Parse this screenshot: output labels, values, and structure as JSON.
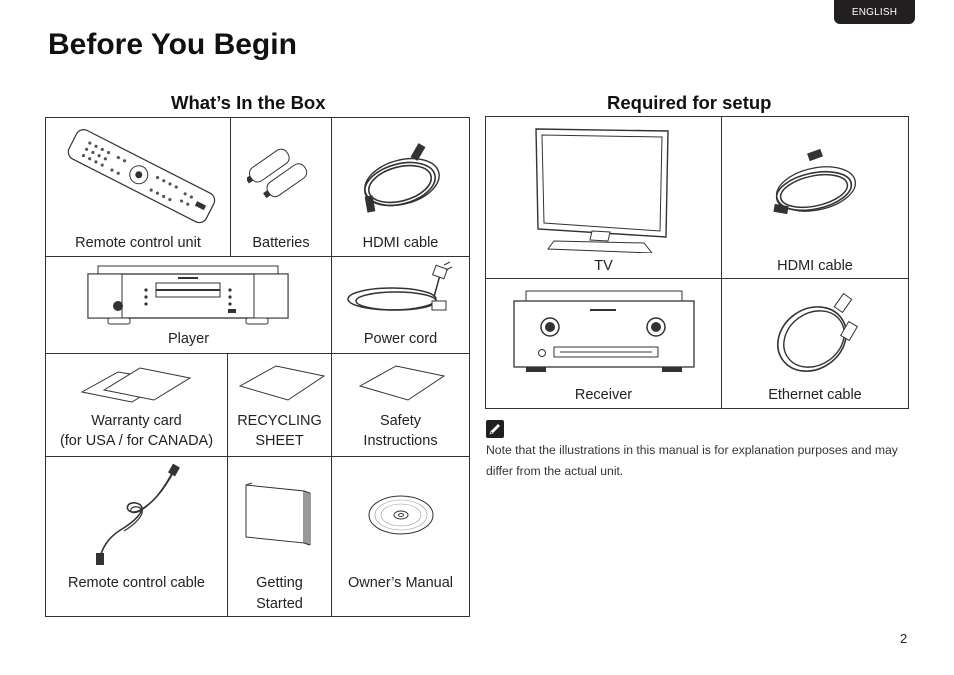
{
  "header": {
    "language_tab": "ENGLISH",
    "page_title": "Before You Begin"
  },
  "in_box": {
    "title": "What’s In the Box",
    "items": [
      {
        "label": "Remote control unit"
      },
      {
        "label": "Batteries"
      },
      {
        "label": "HDMI cable"
      },
      {
        "label": "Player"
      },
      {
        "label": "Power cord"
      },
      {
        "label_line1": "Warranty card",
        "label_line2": "(for USA / for CANADA)"
      },
      {
        "label_line1": "RECYCLING",
        "label_line2": "SHEET"
      },
      {
        "label_line1": "Safety",
        "label_line2": "Instructions"
      },
      {
        "label": "Remote control cable"
      },
      {
        "label_line1": "Getting",
        "label_line2": "Started"
      },
      {
        "label": "Owner’s Manual"
      }
    ]
  },
  "required": {
    "title": "Required for setup",
    "items": [
      {
        "label": "TV"
      },
      {
        "label": "HDMI cable"
      },
      {
        "label": "Receiver"
      },
      {
        "label": "Ethernet cable"
      }
    ]
  },
  "note": {
    "icon": "pencil-icon",
    "text": "Note that the illustrations in this manual is for explanation purposes and may differ from the actual unit."
  },
  "footer": {
    "page_number": "2"
  }
}
